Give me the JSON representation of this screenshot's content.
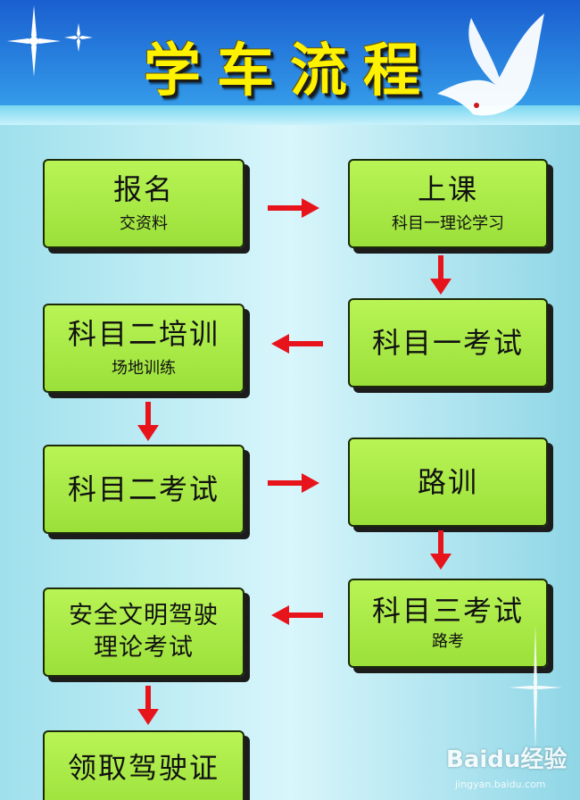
{
  "title": "学车流程",
  "steps": [
    {
      "main": "报名",
      "sub": "交资料"
    },
    {
      "main": "上课",
      "sub": "科目一理论学习"
    },
    {
      "main": "科目一考试",
      "sub": ""
    },
    {
      "main": "科目二培训",
      "sub": "场地训练"
    },
    {
      "main": "科目二考试",
      "sub": ""
    },
    {
      "main": "路训",
      "sub": ""
    },
    {
      "main": "科目三考试",
      "sub": "路考"
    },
    {
      "main": "安全文明驾驶理论考试",
      "sub": ""
    },
    {
      "main": "领取驾驶证",
      "sub": ""
    }
  ],
  "colors": {
    "box": "#a8ec44",
    "arrow": "#e8141c",
    "title": "#fff200",
    "banner": "#2a86e0"
  },
  "watermark": {
    "text": "Baidu经验",
    "url": "jingyan.baidu.com"
  }
}
